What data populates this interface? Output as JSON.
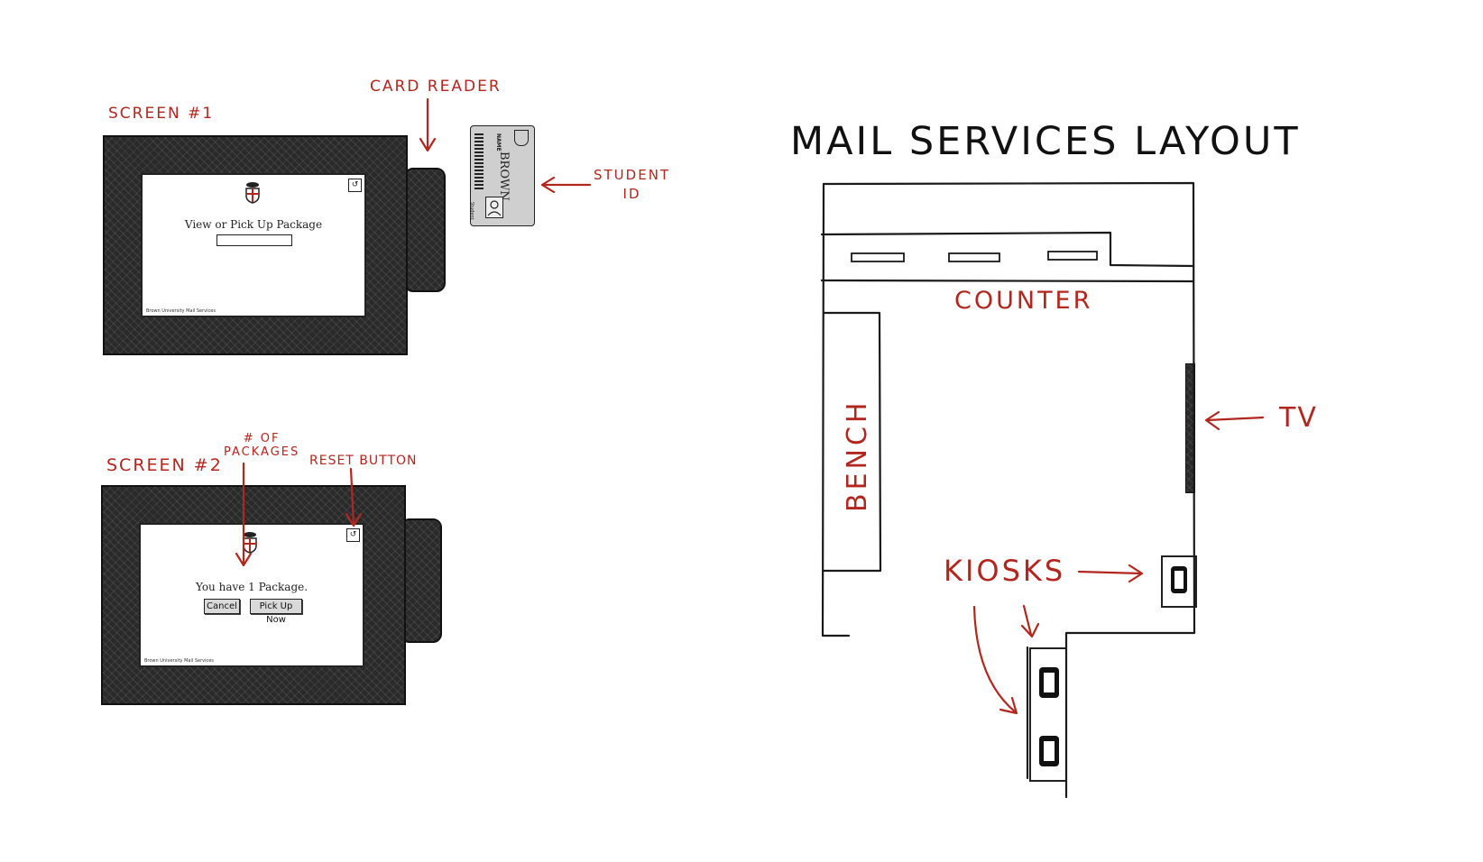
{
  "labels": {
    "screen1": "SCREEN #1",
    "screen2": "SCREEN #2",
    "card_reader": "CARD READER",
    "student_id": "STUDENT\nID",
    "num_packages": "# OF\nPACKAGES",
    "reset_button": "RESET BUTTON"
  },
  "screen1": {
    "prompt": "View or Pick Up Package",
    "footer": "Brown University Mail Services"
  },
  "screen2": {
    "message": "You have 1 Package.",
    "cancel_label": "Cancel",
    "pickup_label": "Pick Up Now",
    "footer": "Brown University Mail Services"
  },
  "id_card": {
    "brand": "BROWN",
    "name_label": "NAME",
    "type_label": "Student"
  },
  "layout": {
    "title": "MAIL SERVICES LAYOUT",
    "counter": "COUNTER",
    "bench": "BENCH",
    "tv": "TV",
    "kiosks": "KIOSKS"
  },
  "colors": {
    "annotation": "#b3261e",
    "ink": "#222222"
  }
}
